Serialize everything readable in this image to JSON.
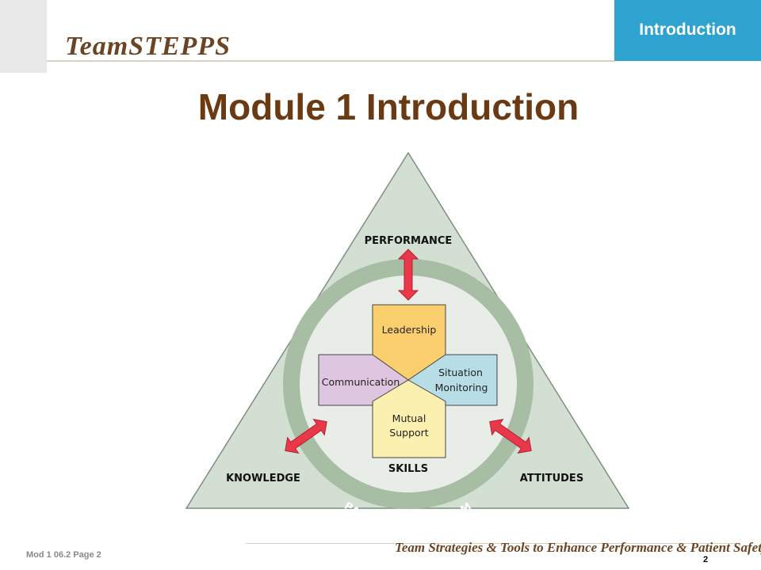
{
  "header": {
    "logo": "TeamSTEPPS",
    "section": "Introduction"
  },
  "slide": {
    "title": "Module 1 Introduction"
  },
  "diagram": {
    "outcomes": {
      "top": "PERFORMANCE",
      "left": "KNOWLEDGE",
      "right": "ATTITUDES"
    },
    "skills_label": "SKILLS",
    "ring_label": "PATIENT CARE TEAM",
    "skills": {
      "leadership": "Leadership",
      "communication": "Communication",
      "situation_monitoring": [
        "Situation",
        "Monitoring"
      ],
      "mutual_support": [
        "Mutual",
        "Support"
      ]
    },
    "colors": {
      "triangle": "#d3dfd3",
      "ring": "#a7bea5",
      "leadership": "#fccf6e",
      "communication": "#dfc6e0",
      "situation_monitoring": "#b7dde6",
      "mutual_support": "#fcf0b0",
      "arrow": "#e8384a"
    }
  },
  "footer": {
    "left": "Mod 1 06.2   Page 2",
    "tagline": "Team Strategies & Tools to Enhance Performance & Patient Safety",
    "page_number": "2"
  }
}
